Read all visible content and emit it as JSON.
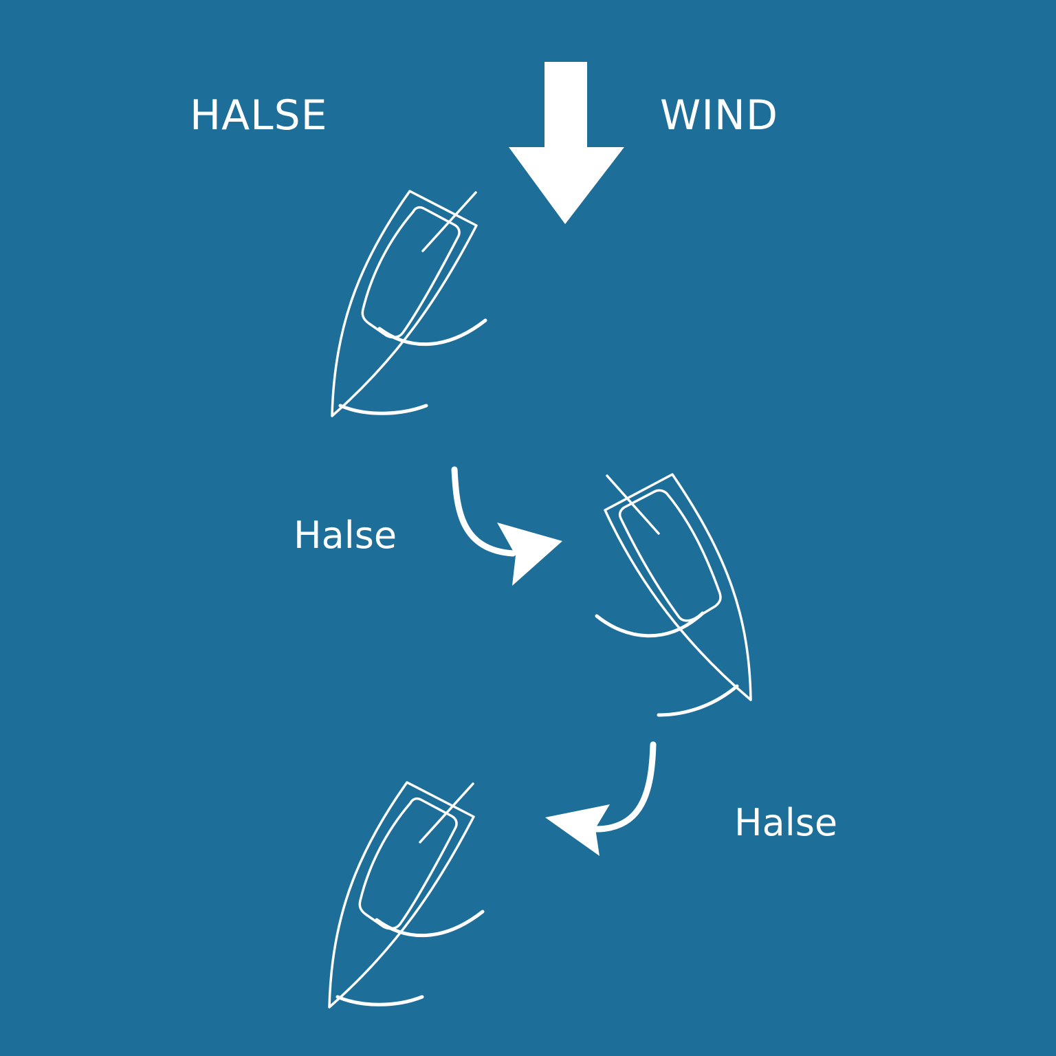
{
  "title": {
    "left": "HALSE",
    "right": "WIND"
  },
  "steps": [
    {
      "label": "Halse"
    },
    {
      "label": "Halse"
    }
  ],
  "colors": {
    "background": "#1d6f99",
    "foreground": "#ffffff"
  },
  "icons": {
    "wind_arrow": "arrow-down",
    "boats": [
      "boat-port-tack",
      "boat-starboard-tack",
      "boat-port-tack"
    ],
    "turn_arrows": [
      "curved-arrow-right",
      "curved-arrow-left"
    ]
  }
}
